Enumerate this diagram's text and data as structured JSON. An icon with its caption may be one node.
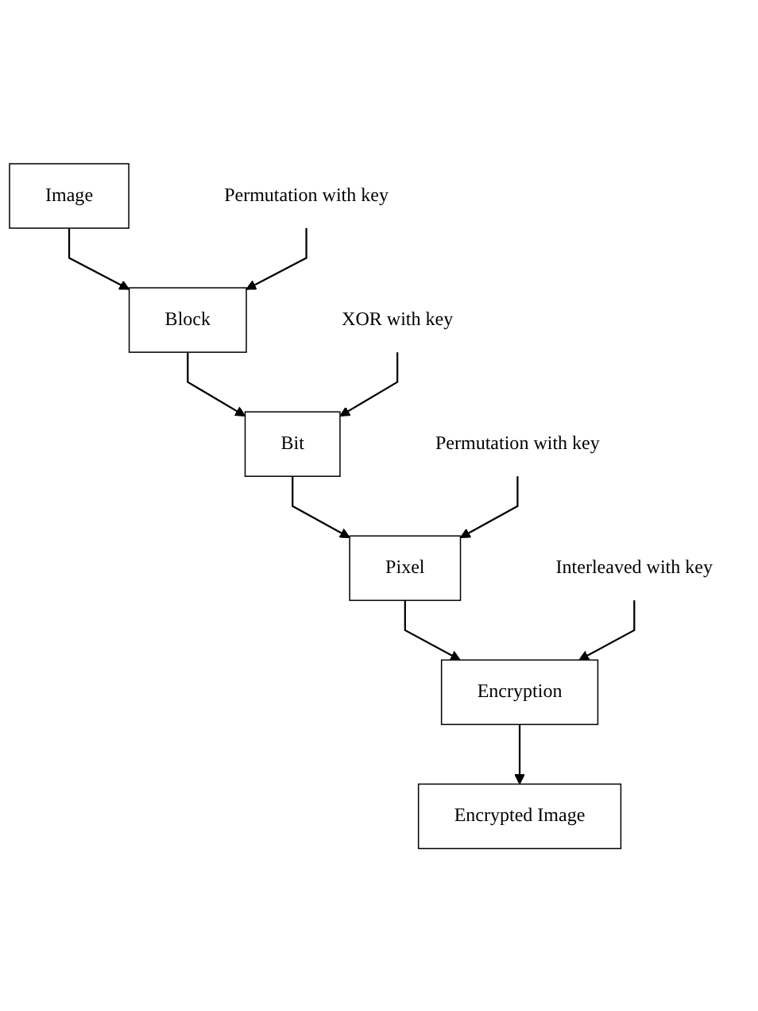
{
  "diagram": {
    "nodes": [
      {
        "text": [
          "Image"
        ]
      },
      {
        "text": [
          "Block"
        ]
      },
      {
        "text": [
          "Bit"
        ]
      },
      {
        "text": [
          "Pixel"
        ]
      },
      {
        "text": [
          "Encryption"
        ]
      },
      {
        "text": [
          "Encrypted Image"
        ]
      },
      {
        "text": [
          "Permutation with key"
        ]
      },
      {
        "text": [
          "XOR with key"
        ]
      },
      {
        "text": [
          "Permutation with key"
        ]
      },
      {
        "text": [
          "Interleaved with key"
        ]
      }
    ],
    "edges": [
      {
        "from": 0,
        "to": 1,
        "arrow": "to"
      },
      {
        "from": 1,
        "to": 2,
        "arrow": "to"
      },
      {
        "from": 2,
        "to": 3,
        "arrow": "to"
      },
      {
        "from": 3,
        "to": 4,
        "arrow": "to"
      },
      {
        "from": 4,
        "to": 5,
        "arrow": "to"
      },
      {
        "from": 6,
        "to": 1,
        "arrow": "to"
      },
      {
        "from": 7,
        "to": 2,
        "arrow": "to"
      },
      {
        "from": 8,
        "to": 3,
        "arrow": "to"
      },
      {
        "from": 9,
        "to": 4,
        "arrow": "to"
      }
    ]
  }
}
